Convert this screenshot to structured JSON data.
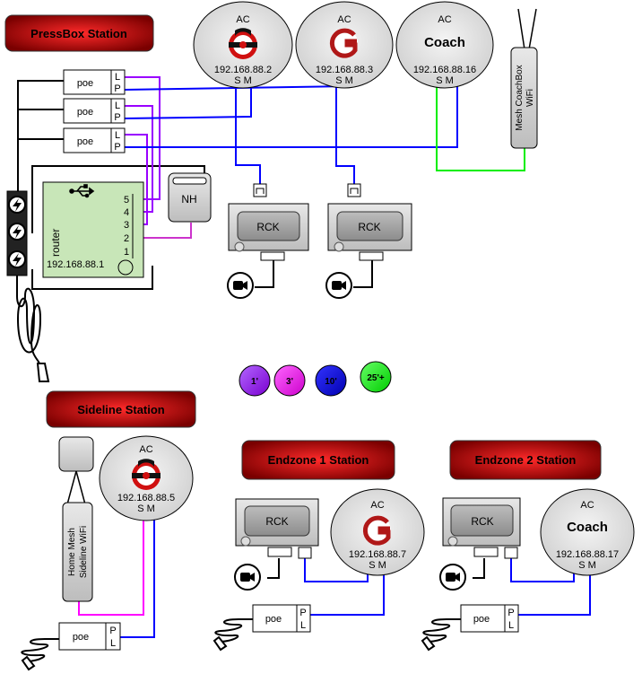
{
  "stations": {
    "pressbox": "PressBox Station",
    "sideline": "Sideline Station",
    "endzone1": "Endzone 1 Station",
    "endzone2": "Endzone 2 Station"
  },
  "access_points": [
    {
      "label": "AC",
      "ip": "192.168.88.2",
      "ports": "S M",
      "logo": "black-red-g-logo"
    },
    {
      "label": "AC",
      "ip": "192.168.88.3",
      "ports": "S M",
      "logo": "red-g-logo"
    },
    {
      "label": "AC",
      "ip": "192.168.88.16",
      "ports": "S M",
      "logo_text": "Coach"
    },
    {
      "label": "AC",
      "ip": "192.168.88.5",
      "ports": "S M",
      "logo": "black-red-g-logo"
    },
    {
      "label": "AC",
      "ip": "192.168.88.7",
      "ports": "S M",
      "logo": "red-g-logo"
    },
    {
      "label": "AC",
      "ip": "192.168.88.17",
      "ports": "S M",
      "logo_text": "Coach"
    }
  ],
  "poe": {
    "label": "poe",
    "port_l": "L",
    "port_p": "P"
  },
  "router": {
    "label": "router",
    "ip": "192.168.88.1",
    "ports": [
      "5",
      "4",
      "3",
      "2",
      "1"
    ],
    "icon": "usb-icon"
  },
  "nh": {
    "label": "NH"
  },
  "rck": {
    "label": "RCK"
  },
  "coachbox": {
    "line1": "Mesh CoachBox",
    "line2": "WiFi"
  },
  "home_mesh": {
    "line1": "Home Mesh",
    "line2": "Sideline WiFi"
  },
  "legend": [
    {
      "label": "1'",
      "color": "#9900ff"
    },
    {
      "label": "3'",
      "color": "#ff00ff"
    },
    {
      "label": "10'",
      "color": "#0000ff"
    },
    {
      "label": "25'+",
      "color": "#00ff00"
    }
  ],
  "colors": {
    "cable_1ft": "#9900ff",
    "cable_3ft": "#ff00ff",
    "cable_10ft": "#0000ff",
    "cable_25ft": "#00ff00",
    "station_banner": "#a50000",
    "router_fill": "#c8e6b8"
  }
}
